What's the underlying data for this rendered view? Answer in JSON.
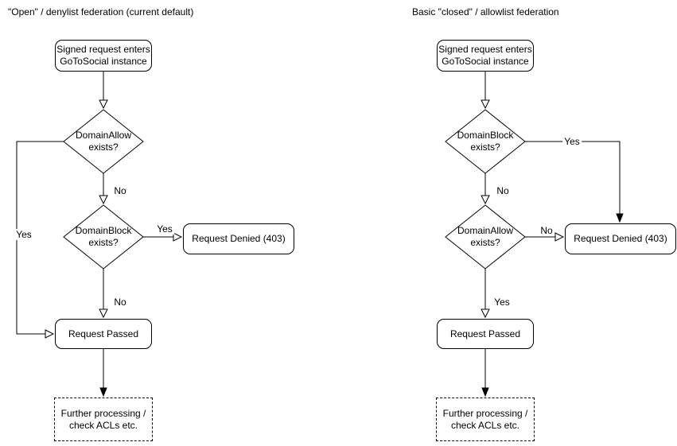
{
  "colors": {
    "stroke": "#000000",
    "fill": "#ffffff",
    "text": "#000000",
    "background": "#ffffff"
  },
  "left": {
    "title": "\"Open\" / denylist federation (current default)",
    "nodes": {
      "start": "Signed request enters\nGoToSocial instance",
      "decision1": "DomainAllow\nexists?",
      "decision2": "DomainBlock\nexists?",
      "denied": "Request Denied (403)",
      "passed": "Request Passed",
      "further": "Further processing /\ncheck ACLs etc."
    },
    "edges": {
      "decision1_yes": "Yes",
      "decision1_no": "No",
      "decision2_yes": "Yes",
      "decision2_no": "No"
    }
  },
  "right": {
    "title": "Basic \"closed\" / allowlist federation",
    "nodes": {
      "start": "Signed request enters\nGoToSocial instance",
      "decision1": "DomainBlock\nexists?",
      "decision2": "DomainAllow\nexists?",
      "denied": "Request Denied (403)",
      "passed": "Request Passed",
      "further": "Further processing /\ncheck ACLs etc."
    },
    "edges": {
      "decision1_yes": "Yes",
      "decision1_no": "No",
      "decision2_no": "No",
      "decision2_yes": "Yes"
    }
  }
}
